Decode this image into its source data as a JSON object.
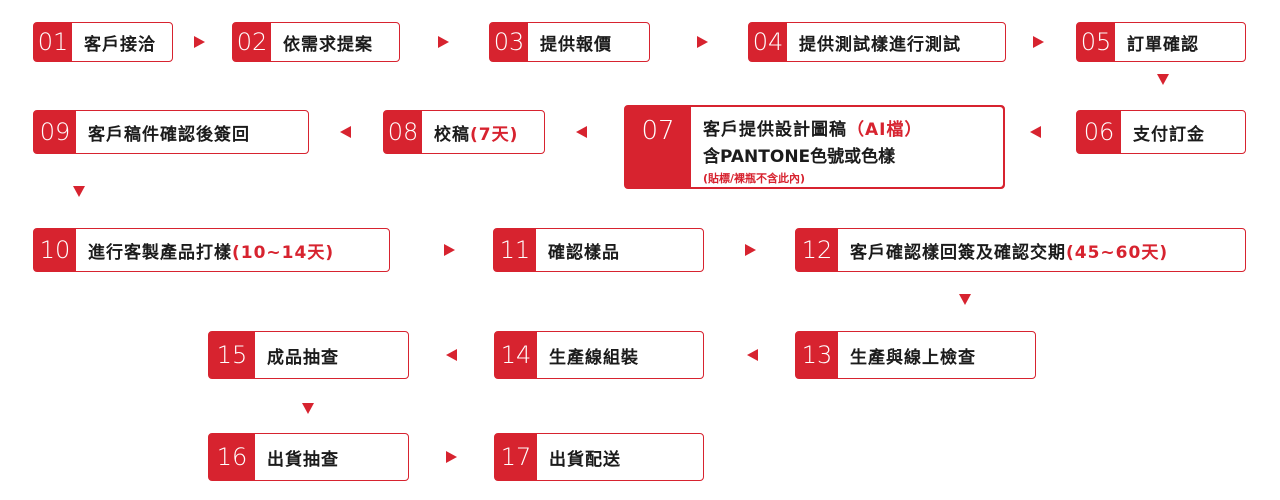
{
  "steps": [
    {
      "num": "01",
      "label": "客戶接洽",
      "extra": ""
    },
    {
      "num": "02",
      "label": "依需求提案",
      "extra": ""
    },
    {
      "num": "03",
      "label": "提供報價",
      "extra": ""
    },
    {
      "num": "04",
      "label": "提供測試樣進行測試",
      "extra": ""
    },
    {
      "num": "05",
      "label": "訂單確認",
      "extra": ""
    },
    {
      "num": "06",
      "label": "支付訂金",
      "extra": ""
    },
    {
      "num": "07",
      "label": "客戶提供設計圖稿",
      "extra": "（AI檔）",
      "line2": "含PANTONE色號或色樣",
      "note": "(貼標/裸瓶不含此內)"
    },
    {
      "num": "08",
      "label": "校稿",
      "extra": "(7天)"
    },
    {
      "num": "09",
      "label": "客戶稿件確認後簽回",
      "extra": ""
    },
    {
      "num": "10",
      "label": "進行客製產品打樣",
      "extra": "(10~14天)"
    },
    {
      "num": "11",
      "label": "確認樣品",
      "extra": ""
    },
    {
      "num": "12",
      "label": "客戶確認樣回簽及確認交期",
      "extra": "(45~60天)"
    },
    {
      "num": "13",
      "label": "生產與線上檢查",
      "extra": ""
    },
    {
      "num": "14",
      "label": "生產線組裝",
      "extra": ""
    },
    {
      "num": "15",
      "label": "成品抽查",
      "extra": ""
    },
    {
      "num": "16",
      "label": "出貨抽查",
      "extra": ""
    },
    {
      "num": "17",
      "label": "出貨配送",
      "extra": ""
    }
  ],
  "colors": {
    "accent": "#d7232f",
    "text": "#1b1b1b",
    "background": "#ffffff"
  }
}
